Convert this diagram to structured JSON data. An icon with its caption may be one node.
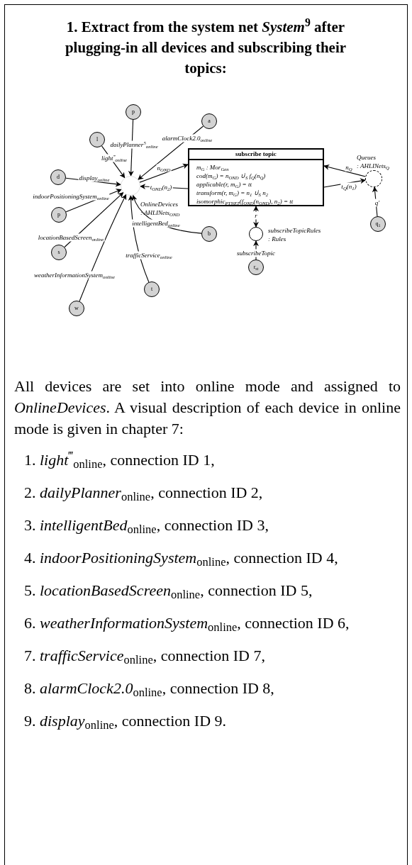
{
  "diagram": {
    "title": "1. Extract from the system net *System*$^{9}$ after plugging-in all devices and subscribing their topics:",
    "nodes": [
      {
        "text": [
          "p"
        ]
      },
      {
        "text": [
          "l"
        ]
      },
      {
        "text": [
          "a"
        ]
      },
      {
        "text": [
          "d"
        ]
      },
      {
        "text": [],
        "shape": "circle",
        "beside": [
          "*OnlineDevices*",
          "*: AHLINets*$_{OND}$"
        ]
      },
      {
        "text": [
          "p"
        ]
      },
      {
        "text": [
          "s"
        ]
      },
      {
        "text": [
          "b"
        ]
      },
      {
        "text": [
          "t"
        ]
      },
      {
        "text": [
          "w"
        ]
      },
      {
        "text": [
          "subscribe topic",
          "m$_{G}$ : Mor$_{Gen}$",
          "cod(m$_{G}$) = n$_{OND}$ ∪̇$_{S}$ f$_{Q}$(n$_{Q}$)",
          "applicable(r, m$_{G}$) = tt",
          "transform(r, m$_{G}$) = n$_{1}$ ∪̇$_{S}$ n$_{2}$",
          "isomorphic$_{PTNET}$(f$_{OND}$(n$_{OND}$), n$_{2}$) = tt"
        ]
      },
      {
        "text": [],
        "shape": "circle",
        "beside": [
          "*Queues*",
          "*: AHLINets*$_{Q}$"
        ]
      },
      {
        "text": [
          "q$_{1}$"
        ]
      },
      {
        "text": [],
        "shape": "circle",
        "beside": [
          "*subscribeTopicRules*",
          "*: Rules*"
        ]
      },
      {
        "text": [
          "r$_{st}$"
        ]
      }
    ],
    "edges": [
      {
        "from": 0,
        "to": 4,
        "arrow": "to",
        "label": "dailyPlanner$^{5}$$_{online}$"
      },
      {
        "from": 1,
        "to": 4,
        "arrow": "to",
        "label": "light$^{‴}$$_{online}$"
      },
      {
        "from": 2,
        "to": 4,
        "arrow": "to",
        "label": "alarmClock2.0$_{online}$"
      },
      {
        "from": 3,
        "to": 4,
        "arrow": "to",
        "label": "display$_{online}$"
      },
      {
        "from": 5,
        "to": 4,
        "arrow": "to",
        "label": "indoorPositioningSystem$_{online}$"
      },
      {
        "from": 6,
        "to": 4,
        "arrow": "to",
        "label": "locationBasedScreen$_{online}$"
      },
      {
        "from": 7,
        "to": 4,
        "arrow": "to",
        "label": "intelligentBed$_{online}$"
      },
      {
        "from": 8,
        "to": 4,
        "arrow": "to",
        "label": "trafficService$_{online}$"
      },
      {
        "from": 9,
        "to": 4,
        "arrow": "to",
        "label": "weatherInformationSystem$_{online}$"
      },
      {
        "from": 4,
        "to": 10,
        "arrow": "to",
        "label": "n$_{OND}$"
      },
      {
        "from": 10,
        "to": 4,
        "arrow": "to",
        "label": "t$_{OND}$(n$_{2}$)"
      },
      {
        "from": 11,
        "to": 10,
        "arrow": "to",
        "label": "n$_{Q}$"
      },
      {
        "from": 10,
        "to": 11,
        "arrow": "to",
        "label": "t$_{Q}$(n$_{1}$)"
      },
      {
        "from": 12,
        "to": 11,
        "arrow": "to",
        "label": "q′"
      },
      {
        "from": 13,
        "to": 10,
        "arrow": "both",
        "label": "r"
      },
      {
        "from": 14,
        "to": 13,
        "arrow": "to",
        "label": "subscribeTopic"
      }
    ],
    "labels": [
      "All devices are set into online mode and assigned to *OnlineDevices*. A visual description of each device in online mode is given in chapter 7:",
      "1. *light*$^{‴}$$_{online}$, connection ID 1,",
      "2. *dailyPlanner*$_{online}$, connection ID 2,",
      "3. *intelligentBed*$_{online}$, connection ID 3,",
      "4. *indoorPositioningSystem*$_{online}$, connection ID 4,",
      "5. *locationBasedScreen*$_{online}$, connection ID 5,",
      "6. *weatherInformationSystem*$_{online}$, connection ID 6,",
      "7. *trafficService*$_{online}$, connection ID 7,",
      "8. *alarmClock2.0*$_{online}$, connection ID 8,",
      "9. *display*$_{online}$, connection ID 9."
    ]
  }
}
